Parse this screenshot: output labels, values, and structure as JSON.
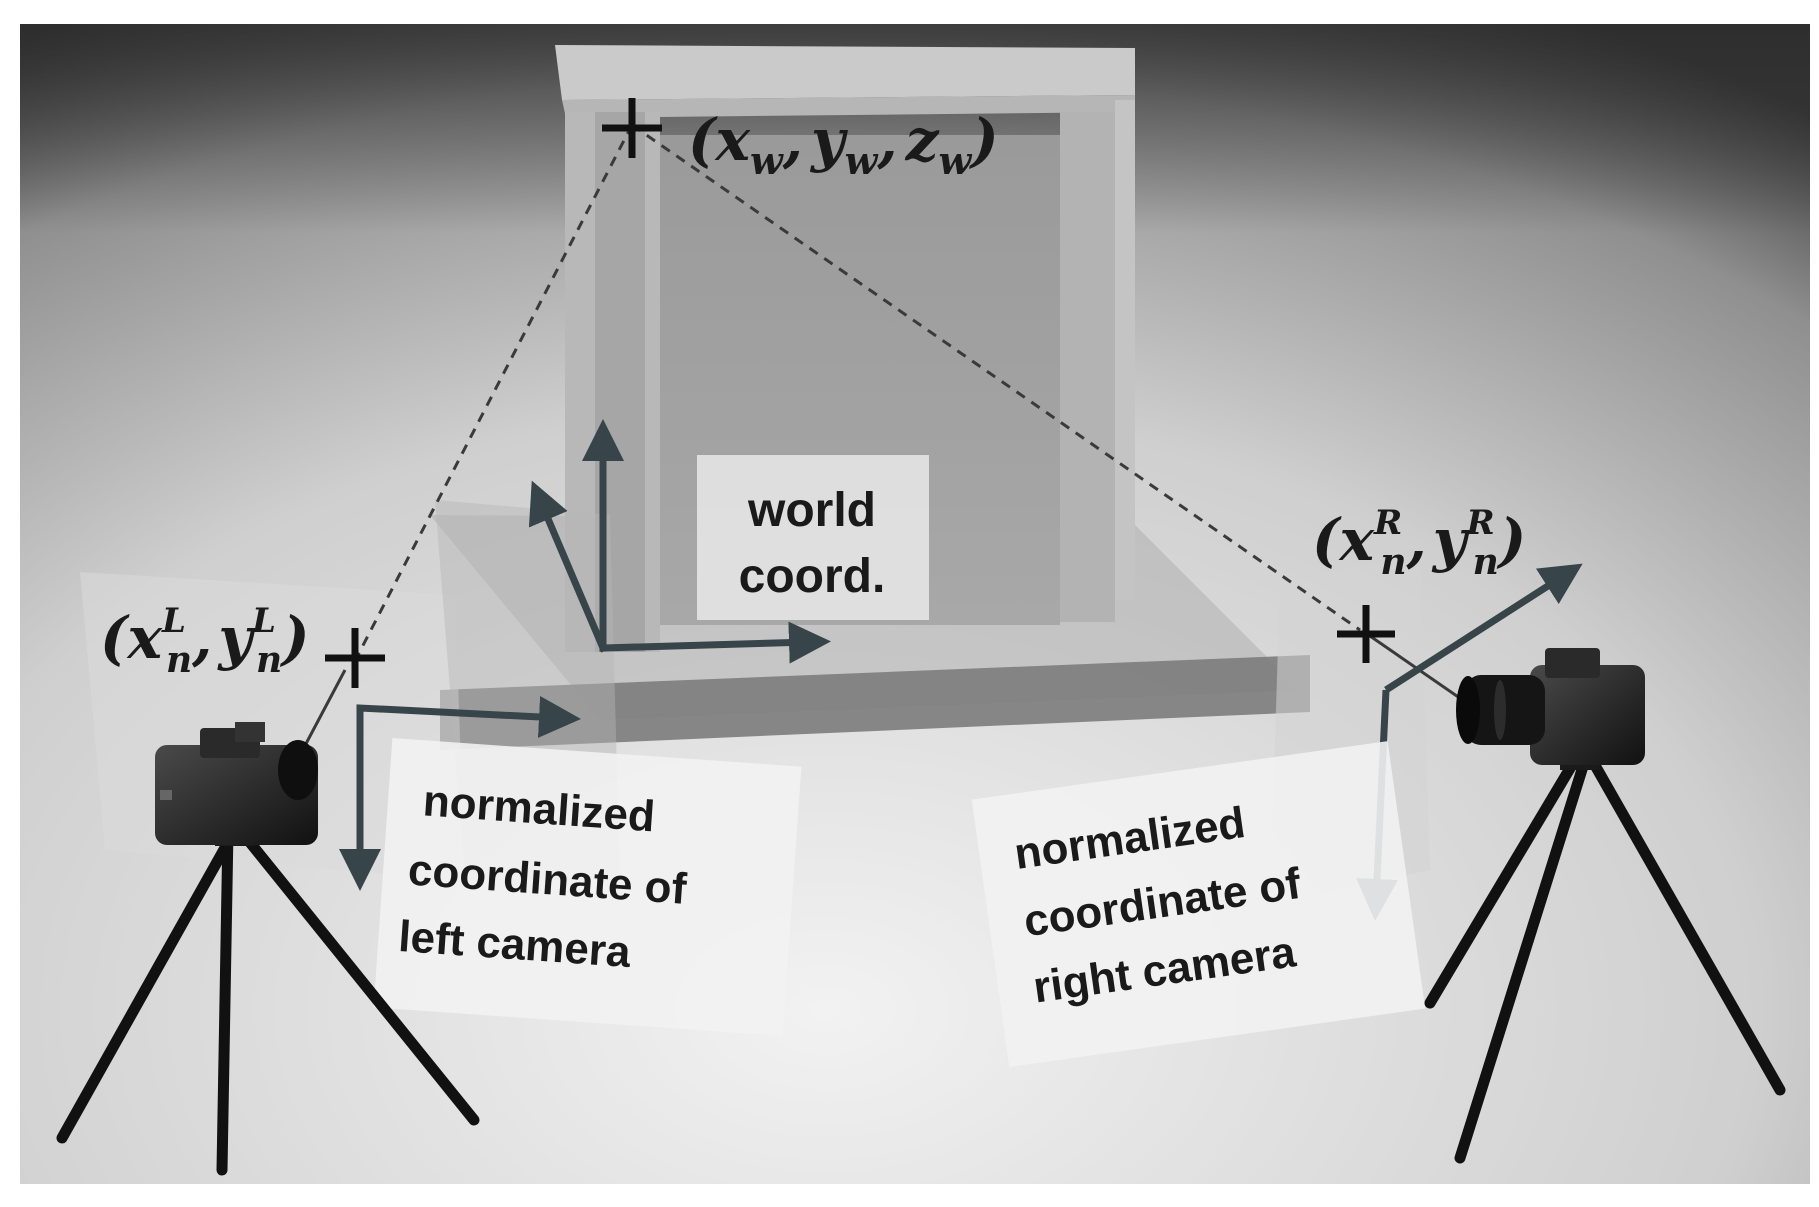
{
  "labels": {
    "world_point": "(x_w, y_w, z_w)",
    "left_point": "(x_n^L, y_n^L)",
    "right_point": "(x_n^R, y_n^R)",
    "world_coord_line1": "world",
    "world_coord_line2": "coord.",
    "left_norm_line1": "normalized",
    "left_norm_line2": "coordinate of",
    "left_norm_line3": "left camera",
    "right_norm_line1": "normalized",
    "right_norm_line2": "coordinate of",
    "right_norm_line3": "right camera"
  },
  "math_parts": {
    "x": "x",
    "y": "y",
    "z": "z",
    "w": "w",
    "n": "n",
    "L": "L",
    "R": "R",
    "open": "(",
    "comma": ",",
    "close": ")"
  },
  "colors": {
    "background_light": "#e6e6e6",
    "background_dark": "#2e2e2e",
    "box_light": "#c9c9c9",
    "box_mid": "#a9a9a9",
    "box_dark": "#8a8a8a",
    "arrow": "#37444a",
    "text": "#1a1a1a"
  },
  "icons": [
    "left-camera-icon",
    "right-camera-icon",
    "tripod-icon",
    "crosshair-icon"
  ]
}
